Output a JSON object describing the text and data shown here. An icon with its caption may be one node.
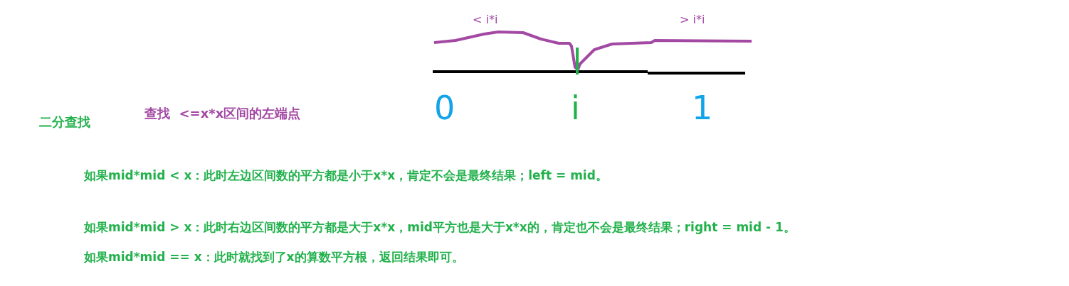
{
  "diagram": {
    "labels": [
      "< i*i",
      "> i*i",
      "0",
      "i",
      "1",
      "二分查找",
      "查找  <=x*x区间的左端点",
      "如果mid*mid < x：此时左边区间数的平方都是小于x*x，肯定不会是最终结果；left = mid。",
      "如果mid*mid > x：此时右边区间数的平方都是大于x*x，mid平方也是大于x*x的，肯定也不会是最终结果；right = mid - 1。",
      "如果mid*mid == x：此时就找到了x的算数平方根，返回结果即可。"
    ]
  }
}
